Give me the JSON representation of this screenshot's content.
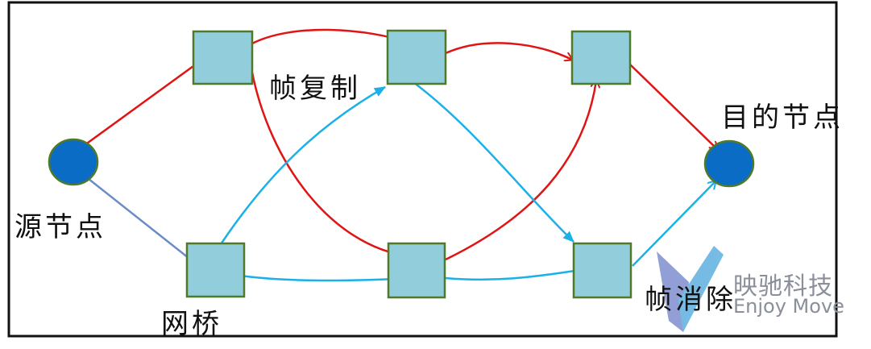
{
  "labels": {
    "source": "源节点",
    "dest": "目的节点",
    "frame_copy": "帧复制",
    "bridge": "网桥",
    "frame_elim": "帧消除"
  },
  "watermark": {
    "cn": "映驰科技",
    "en": "Enjoy Move"
  },
  "colors": {
    "red_path": "#e01414",
    "blue_path": "#1cb0e8",
    "node_fill": "#0a6cc4",
    "switch_fill": "#92cddc",
    "border": "#4f7a2a",
    "frame": "#111111",
    "watermark_logo": "#7b93c8"
  }
}
